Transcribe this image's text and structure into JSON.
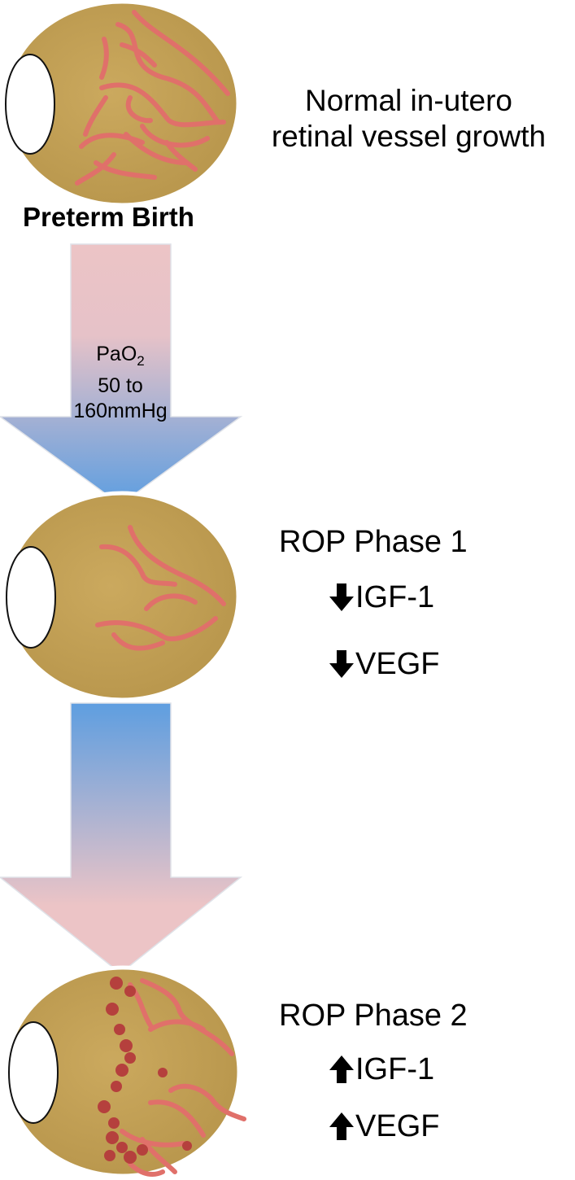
{
  "stage_top": {
    "description_line1": "Normal in-utero",
    "description_line2": "retinal vessel growth"
  },
  "event": {
    "label": "Preterm Birth"
  },
  "arrow_oxygen": {
    "label_line1": "PaO",
    "label_sub": "2",
    "label_line2": "50 to",
    "label_line3": "160mmHg"
  },
  "phase1": {
    "title": "ROP Phase 1",
    "marker1": "IGF-1",
    "marker2": "VEGF",
    "direction": "down-arrow-icon"
  },
  "phase2": {
    "title": "ROP Phase 2",
    "marker1": "IGF-1",
    "marker2": "VEGF",
    "direction": "up-arrow-icon"
  },
  "colors": {
    "eye_fill": "#c4a257",
    "vessel": "#e0706a",
    "hemorrhage": "#b5403d",
    "arrow_pink": "#ecc4c6",
    "arrow_blue": "#5e9ee0"
  }
}
